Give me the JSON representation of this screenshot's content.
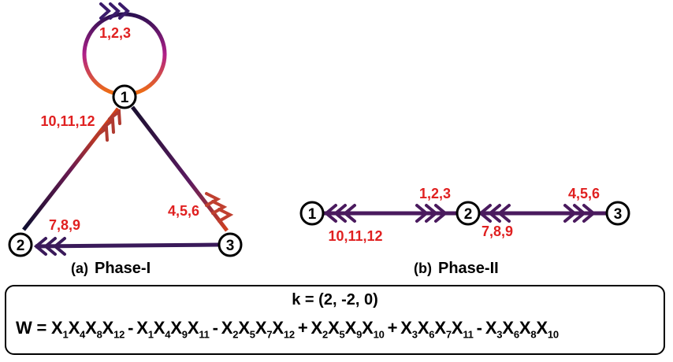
{
  "colors": {
    "label_red": "#e02020",
    "edge_dark": "#1a1040",
    "edge_purple": "#4a1a5e",
    "accent_orange": "#e05a1a",
    "accent_pink": "#d0208a"
  },
  "phase1": {
    "caption_tag": "(a)",
    "caption_title": "Phase-I",
    "nodes": [
      {
        "id": "n1",
        "label": "1"
      },
      {
        "id": "n2",
        "label": "2"
      },
      {
        "id": "n3",
        "label": "3"
      }
    ],
    "edge_labels": {
      "loop": "1,2,3",
      "e21": "10,11,12",
      "e13": "4,5,6",
      "e32": "7,8,9"
    }
  },
  "phase2": {
    "caption_tag": "(b)",
    "caption_title": "Phase-II",
    "nodes": [
      {
        "id": "n1",
        "label": "1"
      },
      {
        "id": "n2",
        "label": "2"
      },
      {
        "id": "n3",
        "label": "3"
      }
    ],
    "edge_labels": {
      "e12_up": "1,2,3",
      "e21_down": "10,11,12",
      "e32_up": "4,5,6",
      "e23_down": "7,8,9"
    }
  },
  "formula": {
    "k": "k = (2, -2, 0)",
    "w_prefix": "W  =",
    "terms": [
      {
        "op": "",
        "factors": [
          [
            "X",
            "1"
          ],
          [
            "X",
            "4"
          ],
          [
            "X",
            "8"
          ],
          [
            "X",
            "12"
          ]
        ]
      },
      {
        "op": "-",
        "factors": [
          [
            "X",
            "1"
          ],
          [
            "X",
            "4"
          ],
          [
            "X",
            "9"
          ],
          [
            "X",
            "11"
          ]
        ]
      },
      {
        "op": "-",
        "factors": [
          [
            "X",
            "2"
          ],
          [
            "X",
            "5"
          ],
          [
            "X",
            "7"
          ],
          [
            "X",
            "12"
          ]
        ]
      },
      {
        "op": "+",
        "factors": [
          [
            "X",
            "2"
          ],
          [
            "X",
            "5"
          ],
          [
            "X",
            "9"
          ],
          [
            "X",
            "10"
          ]
        ]
      },
      {
        "op": "+",
        "factors": [
          [
            "X",
            "3"
          ],
          [
            "X",
            "6"
          ],
          [
            "X",
            "7"
          ],
          [
            "X",
            "11"
          ]
        ]
      },
      {
        "op": "-",
        "factors": [
          [
            "X",
            "3"
          ],
          [
            "X",
            "6"
          ],
          [
            "X",
            "8"
          ],
          [
            "X",
            "10"
          ]
        ]
      }
    ]
  }
}
